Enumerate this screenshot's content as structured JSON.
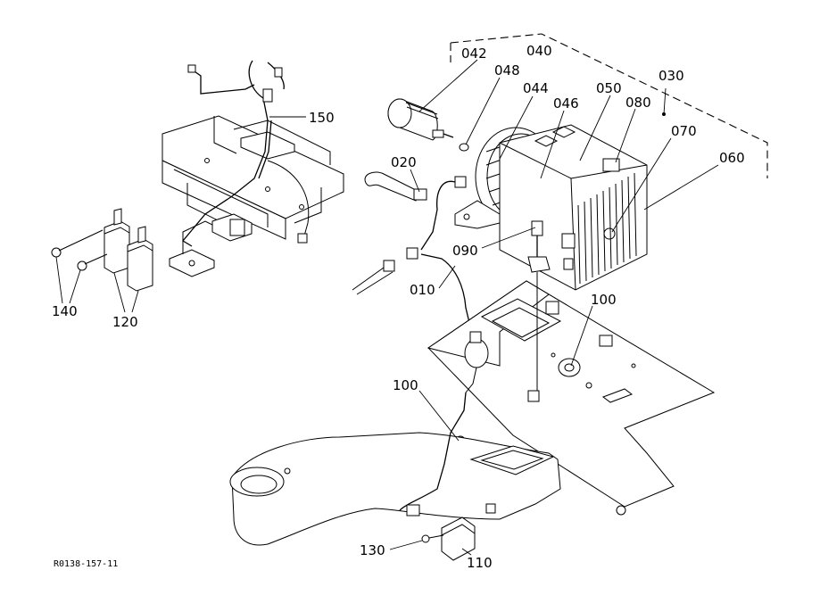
{
  "diagram": {
    "callouts": {
      "c042": "042",
      "c048": "048",
      "c040": "040",
      "c044": "044",
      "c046": "046",
      "c050": "050",
      "c080": "080",
      "c030": "030",
      "c070": "070",
      "c060": "060",
      "c150": "150",
      "c020": "020",
      "c090": "090",
      "c010": "010",
      "c100a": "100",
      "c100b": "100",
      "c140": "140",
      "c120": "120",
      "c130": "130",
      "c110": "110"
    },
    "drawing_code": "R0138-157-11"
  }
}
